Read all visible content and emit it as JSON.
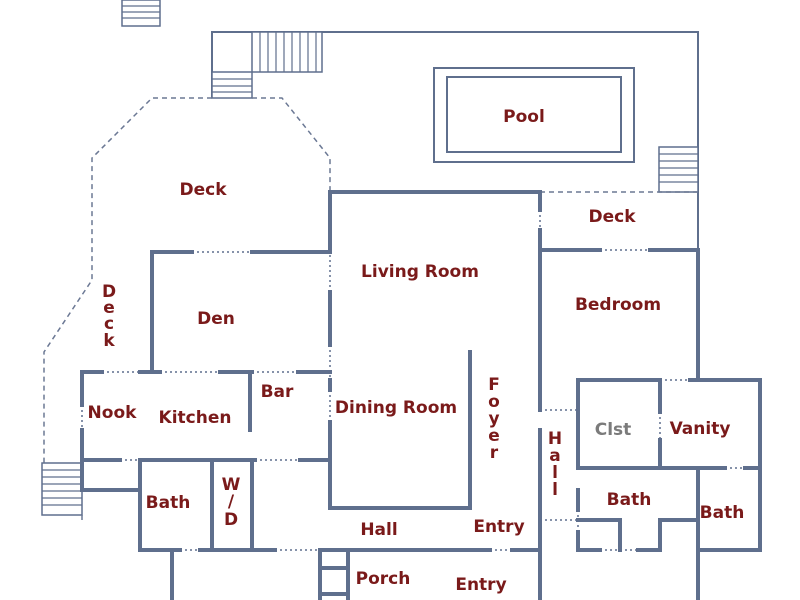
{
  "rooms": {
    "pool": "Pool",
    "deck_left": "Deck",
    "deck_right": "Deck",
    "deck_side": [
      "D",
      "e",
      "c",
      "k"
    ],
    "living_room": "Living Room",
    "den": "Den",
    "bedroom": "Bedroom",
    "bar": "Bar",
    "nook": "Nook",
    "kitchen": "Kitchen",
    "dining_room": "Dining Room",
    "foyer": [
      "F",
      "o",
      "y",
      "e",
      "r"
    ],
    "hall_vertical": [
      "H",
      "a",
      "l",
      "l"
    ],
    "clst": "Clst",
    "vanity": "Vanity",
    "bath_left": "Bath",
    "wd": [
      "W",
      "/",
      "D"
    ],
    "bath_mid": "Bath",
    "bath_right": "Bath",
    "hall": "Hall",
    "entry_upper": "Entry",
    "porch": "Porch",
    "entry_lower": "Entry"
  },
  "colors": {
    "wall": "#5f6f8d",
    "label": "#7a1a1a",
    "label_closet": "#7b7b7b"
  }
}
